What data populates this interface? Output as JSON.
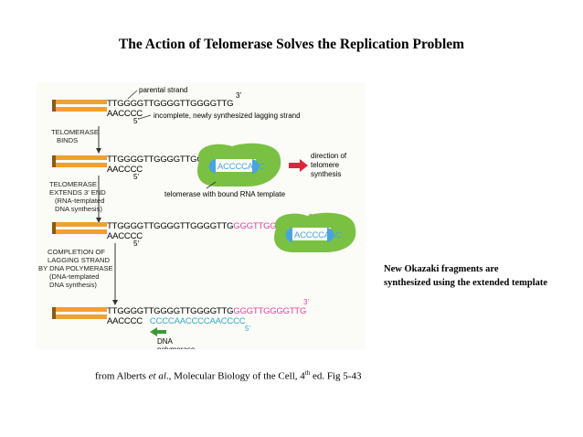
{
  "title": "The Action of Telomerase Solves the Replication Problem",
  "figure": {
    "parental_strand_label": "parental strand",
    "incomplete_strand_label": "incomplete, newly synthesized lagging strand",
    "three_prime": "3'",
    "five_prime": "5'",
    "telomerase_binds": [
      "TELOMERASE",
      "BINDS"
    ],
    "extends_3_end": [
      "TELOMERASE",
      "EXTENDS 3' END",
      "(RNA-templated",
      "DNA synthesis)"
    ],
    "completion": [
      "COMPLETION OF",
      "LAGGING STRAND",
      "BY DNA POLYMERASE",
      "(DNA-templated",
      "DNA synthesis)"
    ],
    "top_seq": "TTGGGGTTGGGGTTGGGGTTG",
    "bottom_seq": "AACCCC",
    "extension_seq": "GGGTTGGGGTTG",
    "rna_template": "ACCCCAAC",
    "new_lagging_seq": "CCCCAACCCCAACCCC",
    "direction_label": [
      "direction of",
      "telomere",
      "synthesis"
    ],
    "telomerase_label": "telomerase with bound RNA template",
    "dna_polymerase_label": [
      "DNA",
      "polymerase"
    ]
  },
  "side_note": [
    "New Okazaki fragments are",
    "synthesized using the extended template"
  ],
  "caption": {
    "prefix": "from Alberts ",
    "etal": "et al",
    "middle": "., Molecular Biology of the Cell, 4",
    "sup": "th",
    "suffix": " ed. Fig 5-43"
  },
  "colors": {
    "dna_bar": "#f0a030",
    "enzyme": "#7ac143",
    "rna_blue": "#4aa3df",
    "extension_magenta": "#e0449a",
    "arrow_red": "#e0243c",
    "new_strand_cyan": "#33a9c9"
  }
}
